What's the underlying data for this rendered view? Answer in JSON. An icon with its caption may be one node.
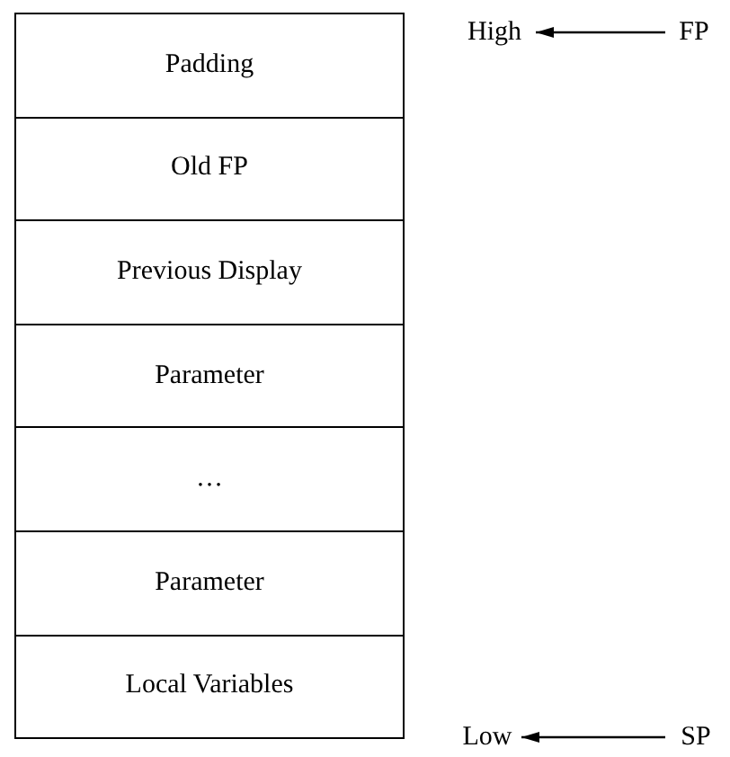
{
  "diagram": {
    "nodes": [
      {
        "text": [
          "Padding"
        ]
      },
      {
        "text": [
          "Old FP"
        ]
      },
      {
        "text": [
          "Previous Display"
        ]
      },
      {
        "text": [
          "Parameter"
        ]
      },
      {
        "text": [
          "…"
        ]
      },
      {
        "text": [
          "Parameter"
        ]
      },
      {
        "text": [
          "Local Variables"
        ]
      },
      {
        "text": [
          "High"
        ]
      },
      {
        "text": [
          "FP"
        ]
      },
      {
        "text": [
          "Low"
        ]
      },
      {
        "text": [
          "SP"
        ]
      }
    ],
    "edges": [
      {
        "from": 8,
        "to": 7,
        "arrow": "to"
      },
      {
        "from": 10,
        "to": 9,
        "arrow": "to"
      }
    ]
  }
}
